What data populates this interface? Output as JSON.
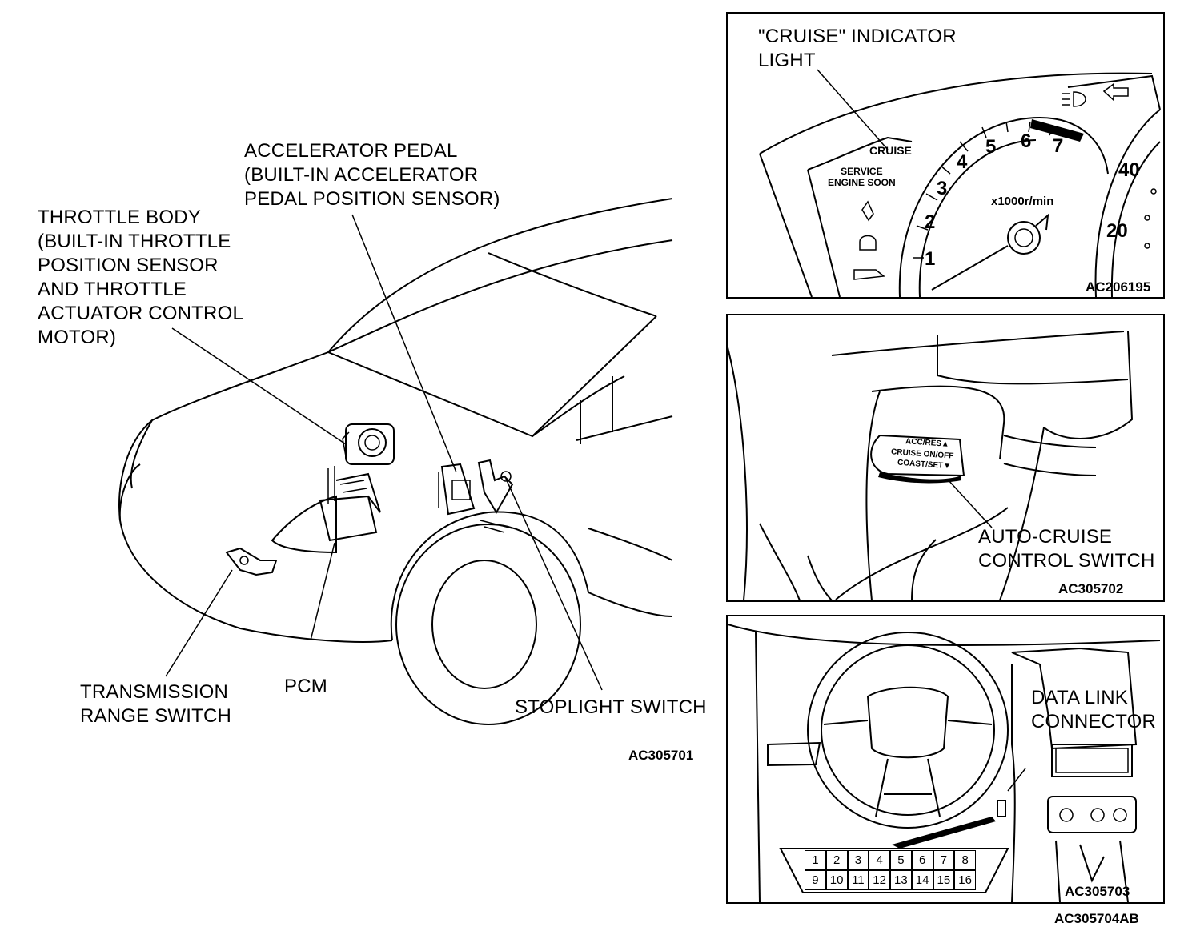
{
  "main": {
    "labels": {
      "accelerator_pedal": "ACCELERATOR PEDAL\n(BUILT-IN ACCELERATOR\nPEDAL POSITION SENSOR)",
      "throttle_body": "THROTTLE BODY\n(BUILT-IN THROTTLE\nPOSITION SENSOR\nAND THROTTLE\nACTUATOR CONTROL\nMOTOR)",
      "transmission_range_switch": "TRANSMISSION\nRANGE SWITCH",
      "pcm": "PCM",
      "stoplight_switch": "STOPLIGHT SWITCH"
    },
    "figure_code": "AC305701"
  },
  "panel_cluster": {
    "label": "\"CRUISE\" INDICATOR\nLIGHT",
    "code": "AC206195",
    "cruise_text": "CRUISE",
    "service_text": "SERVICE\nENGINE SOON",
    "tach_numbers": [
      "1",
      "2",
      "3",
      "4",
      "5",
      "6",
      "7"
    ],
    "tach_unit": "x1000r/min",
    "speed_numbers": [
      "40",
      "20"
    ]
  },
  "panel_switch": {
    "label": "AUTO-CRUISE\nCONTROL SWITCH",
    "code": "AC305702",
    "switch_text": [
      "ACC/RES▲",
      "CRUISE ON/OFF",
      "COAST/SET▼"
    ]
  },
  "panel_dlc": {
    "label": "DATA LINK\nCONNECTOR",
    "code": "AC305703",
    "pins_top": [
      "1",
      "2",
      "3",
      "4",
      "5",
      "6",
      "7",
      "8"
    ],
    "pins_bottom": [
      "9",
      "10",
      "11",
      "12",
      "13",
      "14",
      "15",
      "16"
    ]
  },
  "page_code": "AC305704AB"
}
